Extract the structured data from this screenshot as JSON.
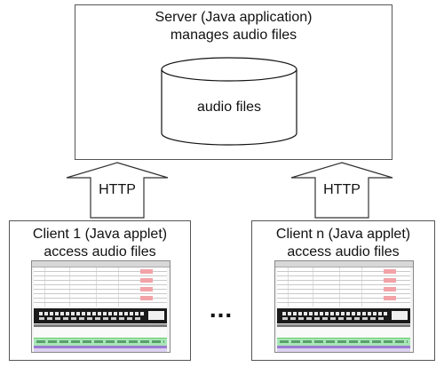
{
  "server": {
    "title_line1": "Server (Java application)",
    "title_line2": "manages audio files",
    "storage_label": "audio files"
  },
  "connections": {
    "left_label": "HTTP",
    "right_label": "HTTP"
  },
  "clients": [
    {
      "title_line1": "Client 1 (Java applet)",
      "title_line2": "access audio files"
    },
    {
      "title_line1": "Client n (Java applet)",
      "title_line2": "access audio files"
    }
  ],
  "ellipsis": "...",
  "colors": {
    "border": "#555555",
    "thumb_accent_pink": "#f2a3a8",
    "thumb_accent_green": "#a8e6b8",
    "thumb_accent_purple": "#9b7bd1"
  }
}
